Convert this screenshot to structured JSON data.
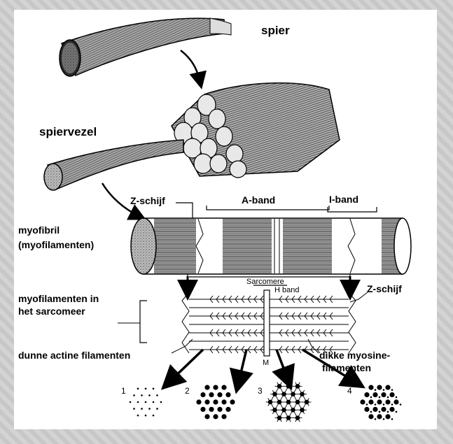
{
  "labels": {
    "spier": "spier",
    "spiervezel": "spiervezel",
    "z_schijf_top": "Z-schijf",
    "a_band": "A-band",
    "i_band": "I-band",
    "myofibril_line1": "myofibril",
    "myofibril_line2": "(myofilamenten)",
    "sarcomere": "Sarcomere",
    "h_band": "H band",
    "z_schijf_right": "Z-schijf",
    "myofil_line1": "myofilamenten in",
    "myofil_line2": "het sarcomeer",
    "dunne": "dunne actine filamenten",
    "dikke_line1": "dikke myosine-",
    "dikke_line2": "filamenten",
    "m": "M",
    "cross_1": "1",
    "cross_2": "2",
    "cross_3": "3",
    "cross_4": "4"
  }
}
